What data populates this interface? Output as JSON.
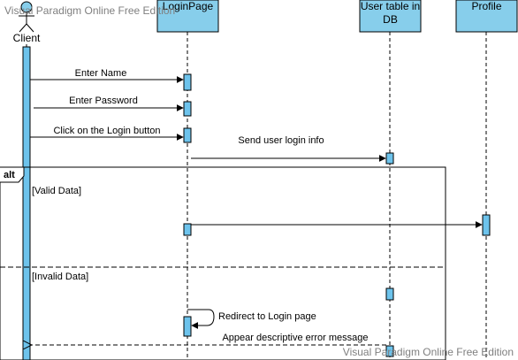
{
  "watermark": {
    "top": "Visual Paradigm Online Free Edition",
    "bottom": "Visual Paradigm Online Free Edition"
  },
  "actor": {
    "name": "Client"
  },
  "lifelines": {
    "login_page": "LoginPage",
    "user_table_line1": "User table in",
    "user_table_line2": "DB",
    "profile": "Profile"
  },
  "messages": {
    "enter_name": "Enter Name",
    "enter_password": "Enter Password",
    "click_login": "Click on the Login button",
    "send_user_info": "Send user login info",
    "redirect": "Redirect to Login page",
    "error": "Appear descriptive error message"
  },
  "fragment": {
    "operator": "alt",
    "guard_valid": "[Valid Data]",
    "guard_invalid": "[Invalid Data]"
  },
  "colors": {
    "box_fill": "#87CEEB",
    "activation_fill": "#6DC3EC",
    "line": "#000000",
    "watermark": "#7F7F7F"
  }
}
